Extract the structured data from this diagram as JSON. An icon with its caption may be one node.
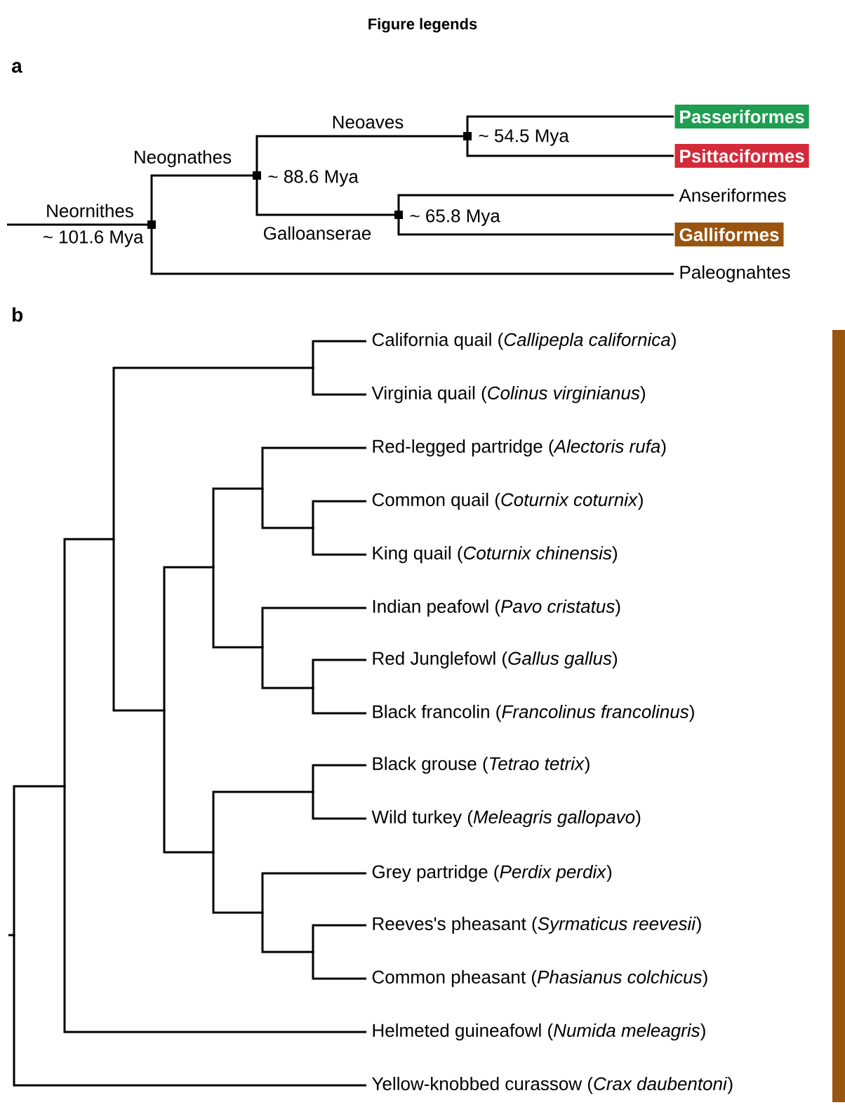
{
  "diagram": {
    "title": "Figure legends",
    "labels": [
      "a",
      "b"
    ],
    "nodes": [
      {
        "text": [],
        "shape": "box",
        "beside": [
          "~ 101.6 Mya"
        ]
      },
      {
        "text": [],
        "shape": "box",
        "beside": [
          "~ 88.6 Mya"
        ]
      },
      {
        "text": [],
        "shape": "box",
        "beside": [
          "~ 54.5 Mya"
        ]
      },
      {
        "text": [
          "Passeriformes"
        ]
      },
      {
        "text": [
          "Psittaciformes"
        ]
      },
      {
        "text": [],
        "shape": "box",
        "beside": [
          "~ 65.8 Mya"
        ]
      },
      {
        "text": [
          "Anseriformes"
        ]
      },
      {
        "text": [
          "Galliformes"
        ]
      },
      {
        "text": [
          "Paleognahtes"
        ]
      },
      {
        "text": [],
        "shape": "dot"
      },
      {
        "text": [],
        "shape": "dot"
      },
      {
        "text": [],
        "shape": "dot"
      },
      {
        "text": [],
        "shape": "dot"
      },
      {
        "text": [
          "California quail (*Callipepla californica*)"
        ]
      },
      {
        "text": [
          "Virginia quail (*Colinus virginianus*)"
        ]
      },
      {
        "text": [],
        "shape": "dot"
      },
      {
        "text": [],
        "shape": "dot"
      },
      {
        "text": [],
        "shape": "dot"
      },
      {
        "text": [
          "Red-legged partridge (*Alectoris rufa*)"
        ]
      },
      {
        "text": [],
        "shape": "dot"
      },
      {
        "text": [
          "Common quail (*Coturnix coturnix*)"
        ]
      },
      {
        "text": [
          "King quail (*Coturnix chinensis*)"
        ]
      },
      {
        "text": [],
        "shape": "dot"
      },
      {
        "text": [
          "Indian peafowl (*Pavo cristatus*)"
        ]
      },
      {
        "text": [],
        "shape": "dot"
      },
      {
        "text": [
          "Red Junglefowl (*Gallus gallus*)"
        ]
      },
      {
        "text": [
          "Black francolin (*Francolinus francolinus*)"
        ]
      },
      {
        "text": [],
        "shape": "dot"
      },
      {
        "text": [],
        "shape": "dot"
      },
      {
        "text": [
          "Black grouse (*Tetrao tetrix*)"
        ]
      },
      {
        "text": [
          "Wild turkey (*Meleagris gallopavo*)"
        ]
      },
      {
        "text": [],
        "shape": "dot"
      },
      {
        "text": [
          "Grey partridge (*Perdix perdix*)"
        ]
      },
      {
        "text": [],
        "shape": "dot"
      },
      {
        "text": [
          "Reeves's pheasant (*Syrmaticus reevesii*)"
        ]
      },
      {
        "text": [
          "Common pheasant (*Phasianus colchicus*)"
        ]
      },
      {
        "text": [
          "Helmeted guineafowl (*Numida meleagris*)"
        ]
      },
      {
        "text": [
          "Yellow-knobbed curassow (*Crax daubentoni*)"
        ]
      }
    ],
    "edges": [
      {
        "from": null,
        "to": 0,
        "arrow": "none",
        "label": "Neornithes"
      },
      {
        "from": 0,
        "to": 1,
        "arrow": "none",
        "label": "Neognathes"
      },
      {
        "from": 0,
        "to": 8,
        "arrow": "none"
      },
      {
        "from": 1,
        "to": 2,
        "arrow": "none",
        "label": "Neoaves"
      },
      {
        "from": 1,
        "to": 5,
        "arrow": "none",
        "label": "Galloanserae"
      },
      {
        "from": 2,
        "to": 3,
        "arrow": "none"
      },
      {
        "from": 2,
        "to": 4,
        "arrow": "none"
      },
      {
        "from": 5,
        "to": 6,
        "arrow": "none"
      },
      {
        "from": 5,
        "to": 7,
        "arrow": "none"
      },
      {
        "from": null,
        "to": 9,
        "arrow": "none"
      },
      {
        "from": 9,
        "to": 10,
        "arrow": "none"
      },
      {
        "from": 9,
        "to": 37,
        "arrow": "none"
      },
      {
        "from": 10,
        "to": 11,
        "arrow": "none"
      },
      {
        "from": 10,
        "to": 36,
        "arrow": "none"
      },
      {
        "from": 11,
        "to": 12,
        "arrow": "none"
      },
      {
        "from": 11,
        "to": 15,
        "arrow": "none"
      },
      {
        "from": 12,
        "to": 13,
        "arrow": "none"
      },
      {
        "from": 12,
        "to": 14,
        "arrow": "none"
      },
      {
        "from": 15,
        "to": 16,
        "arrow": "none"
      },
      {
        "from": 15,
        "to": 27,
        "arrow": "none"
      },
      {
        "from": 16,
        "to": 17,
        "arrow": "none"
      },
      {
        "from": 16,
        "to": 22,
        "arrow": "none"
      },
      {
        "from": 17,
        "to": 18,
        "arrow": "none"
      },
      {
        "from": 17,
        "to": 19,
        "arrow": "none"
      },
      {
        "from": 19,
        "to": 20,
        "arrow": "none"
      },
      {
        "from": 19,
        "to": 21,
        "arrow": "none"
      },
      {
        "from": 22,
        "to": 23,
        "arrow": "none"
      },
      {
        "from": 22,
        "to": 24,
        "arrow": "none"
      },
      {
        "from": 24,
        "to": 25,
        "arrow": "none"
      },
      {
        "from": 24,
        "to": 26,
        "arrow": "none"
      },
      {
        "from": 27,
        "to": 28,
        "arrow": "none"
      },
      {
        "from": 27,
        "to": 31,
        "arrow": "none"
      },
      {
        "from": 28,
        "to": 29,
        "arrow": "none"
      },
      {
        "from": 28,
        "to": 30,
        "arrow": "none"
      },
      {
        "from": 31,
        "to": 32,
        "arrow": "none"
      },
      {
        "from": 31,
        "to": 33,
        "arrow": "none"
      },
      {
        "from": 33,
        "to": 34,
        "arrow": "none"
      },
      {
        "from": 33,
        "to": 35,
        "arrow": "none"
      }
    ]
  }
}
